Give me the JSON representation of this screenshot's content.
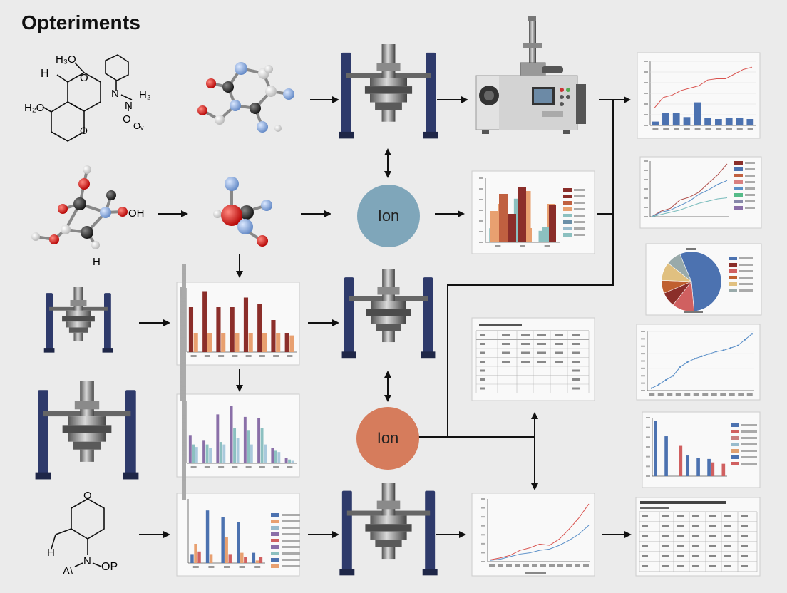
{
  "title": "Opteriments",
  "ion_nodes": [
    {
      "label": "Ion",
      "color": "#7fa6ba"
    },
    {
      "label": "Ion",
      "color": "#d67c5c"
    }
  ],
  "molecule_labels": {
    "m1_h3o": "H₃O",
    "m1_h": "H",
    "m1_o": "O",
    "m1_h2o": "H₂O",
    "m1_o2": "O",
    "m1_n": "N",
    "m1_h2": "H₂",
    "m1_n2": "N",
    "m1_oo": "O",
    "m1_oc": "Oᵥ",
    "m3_oh": "OH",
    "m3_h": "H",
    "m5_o": "O",
    "m5_h": "H",
    "m5_n": "N",
    "m5_op": "OP",
    "m5_a": "A\\"
  },
  "colors": {
    "machine_blue": "#2e3a6b",
    "bar_red": "#8b2e2a",
    "bar_orange": "#e8a070",
    "bar_purple": "#8a6fa8",
    "bar_teal": "#8cc0c0",
    "bar_blue": "#4c72b0",
    "line_red": "#d9534f",
    "line_blue": "#5a8fc8"
  },
  "icons": [
    "molecule-icon",
    "ball-and-stick-molecule-icon",
    "press-machine-icon",
    "test-instrument-icon",
    "bar-chart-icon",
    "line-chart-icon",
    "pie-chart-icon",
    "table-icon",
    "arrow-icon"
  ]
}
